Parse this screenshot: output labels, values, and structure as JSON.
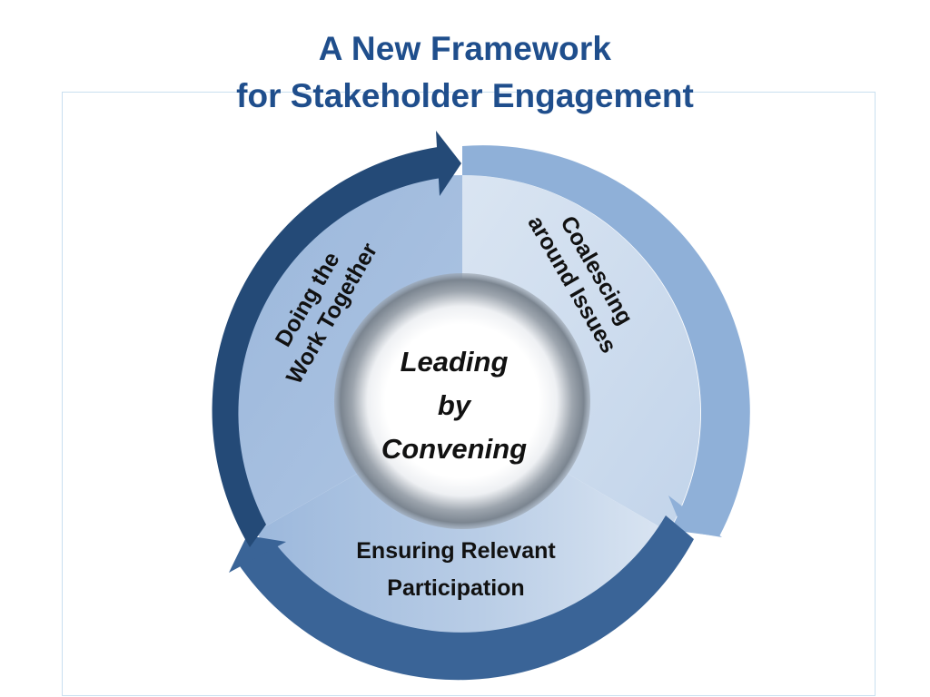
{
  "slide": {
    "title_line1": "A New Framework",
    "title_line2": "for Stakeholder Engagement"
  },
  "cycle": {
    "center": {
      "line1": "Leading",
      "line2": "by",
      "line3": "Convening"
    },
    "segments": [
      {
        "line1": "Coalescing",
        "line2": "around Issues"
      },
      {
        "line1": "Ensuring Relevant",
        "line2": "Participation"
      },
      {
        "line1": "Doing the",
        "line2": "Work Together"
      }
    ]
  },
  "colors": {
    "title": "#1f4e8c",
    "arrow_dark": "#244a77",
    "arrow_medium": "#3a6497",
    "arrow_light": "#8fb0d8",
    "segment_fill": "#b3c9e5"
  }
}
